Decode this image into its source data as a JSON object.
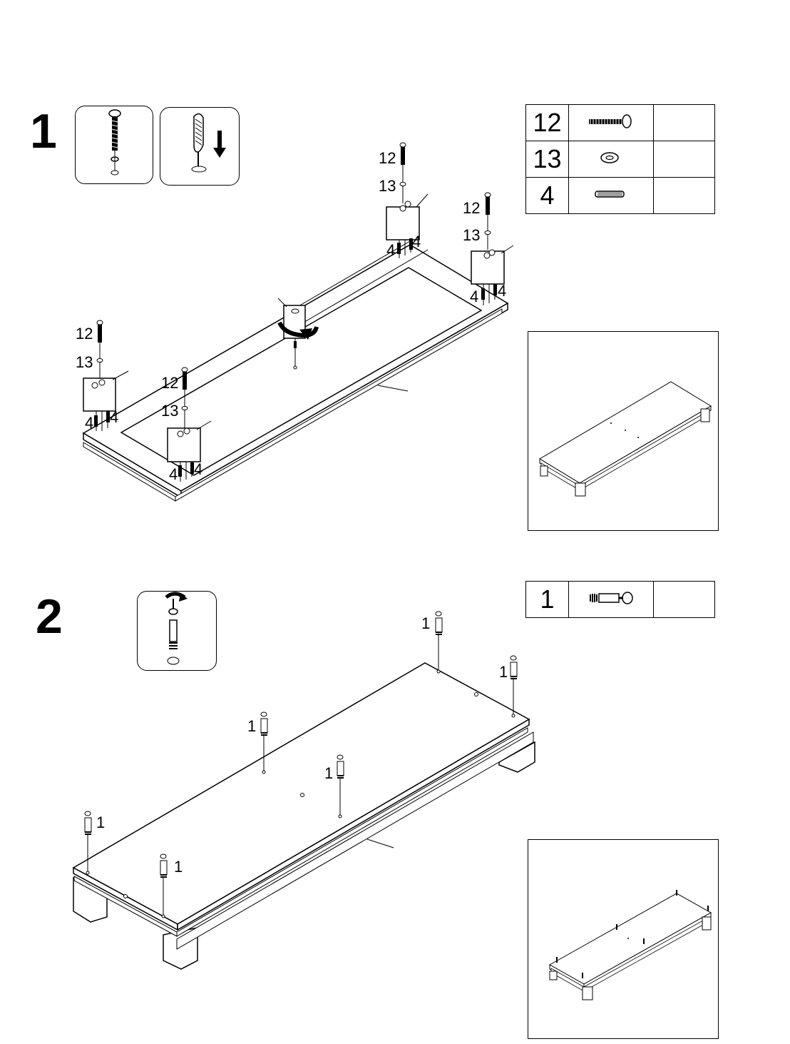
{
  "steps": [
    {
      "number": "1",
      "parts": [
        {
          "id": "12",
          "icon": "long-screw-icon"
        },
        {
          "id": "13",
          "icon": "washer-icon"
        },
        {
          "id": "4",
          "icon": "dowel-icon"
        }
      ],
      "labels": {
        "screw": "12",
        "washer": "13",
        "dowel": "4"
      }
    },
    {
      "number": "2",
      "parts": [
        {
          "id": "1",
          "icon": "cam-bolt-icon"
        }
      ],
      "labels": {
        "bolt": "1"
      }
    }
  ]
}
